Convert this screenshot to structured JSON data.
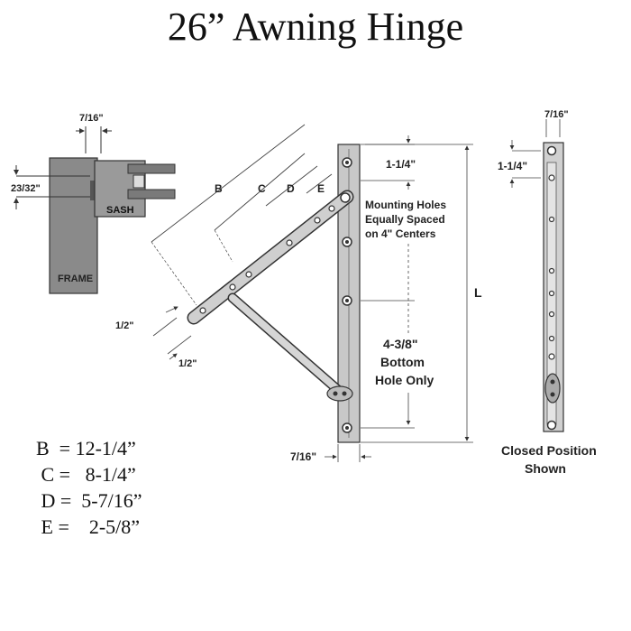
{
  "title": "26” Awning Hinge",
  "left_detail": {
    "top_dim": "7/16\"",
    "side_dim": "23/32\"",
    "sash_label": "SASH",
    "frame_label": "FRAME"
  },
  "arm_labels": {
    "b": "B",
    "c": "C",
    "d": "D",
    "e": "E"
  },
  "small_dims": {
    "half_upper": "1/2\"",
    "half_lower": "1/2\""
  },
  "center_detail": {
    "top_dim": "1-1/4\"",
    "mounting_line1": "Mounting Holes",
    "mounting_line2": "Equally Spaced",
    "mounting_line3": "on 4\" Centers",
    "bottom_line1": "4-3/8\"",
    "bottom_line2": "Bottom",
    "bottom_line3": "Hole Only",
    "length_label": "L",
    "bottom_dim": "7/16\""
  },
  "right_detail": {
    "top_dim": "7/16\"",
    "side_dim": "1-1/4\"",
    "caption_line1": "Closed Position",
    "caption_line2": "Shown"
  },
  "legend": [
    {
      "text": "B  = 12-1/4”"
    },
    {
      "text": " C =   8-1/4”"
    },
    {
      "text": " D =  5-7/16”"
    },
    {
      "text": " E =    2-5/8”"
    }
  ]
}
